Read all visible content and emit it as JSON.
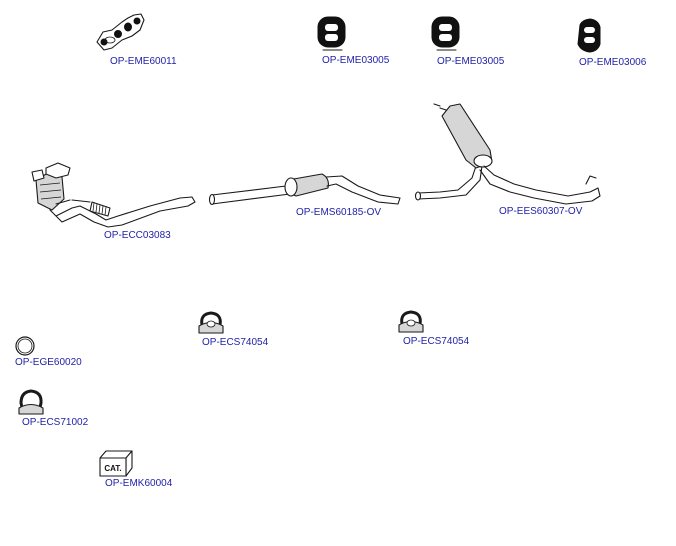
{
  "colors": {
    "label": "#2222aa",
    "line": "#1a1a1a",
    "background": "#ffffff"
  },
  "parts": {
    "manifold_gasket": {
      "code": "OP-EME60011",
      "icon": "exhaust-manifold-gasket-icon"
    },
    "hanger_a": {
      "code": "OP-EME03005",
      "icon": "rubber-hanger-icon"
    },
    "hanger_b": {
      "code": "OP-EME03005",
      "icon": "rubber-hanger-icon"
    },
    "hanger_c": {
      "code": "OP-EME03006",
      "icon": "rubber-hanger-icon"
    },
    "catalytic_converter": {
      "code": "OP-ECC03083",
      "icon": "catalytic-converter-icon"
    },
    "middle_silencer": {
      "code": "OP-EMS60185-OV",
      "icon": "middle-silencer-icon"
    },
    "end_silencer": {
      "code": "OP-EES60307-OV",
      "icon": "end-silencer-icon"
    },
    "clamp_a": {
      "code": "OP-ECS74054",
      "icon": "pipe-clamp-icon"
    },
    "clamp_b": {
      "code": "OP-ECS74054",
      "icon": "pipe-clamp-icon"
    },
    "sealing_ring": {
      "code": "OP-EGE60020",
      "icon": "sealing-ring-icon"
    },
    "clamp_c": {
      "code": "OP-ECS71002",
      "icon": "pipe-clamp-icon"
    },
    "mounting_kit": {
      "code": "OP-EMK60004",
      "icon": "mounting-kit-box-icon",
      "badge": "CAT."
    }
  }
}
